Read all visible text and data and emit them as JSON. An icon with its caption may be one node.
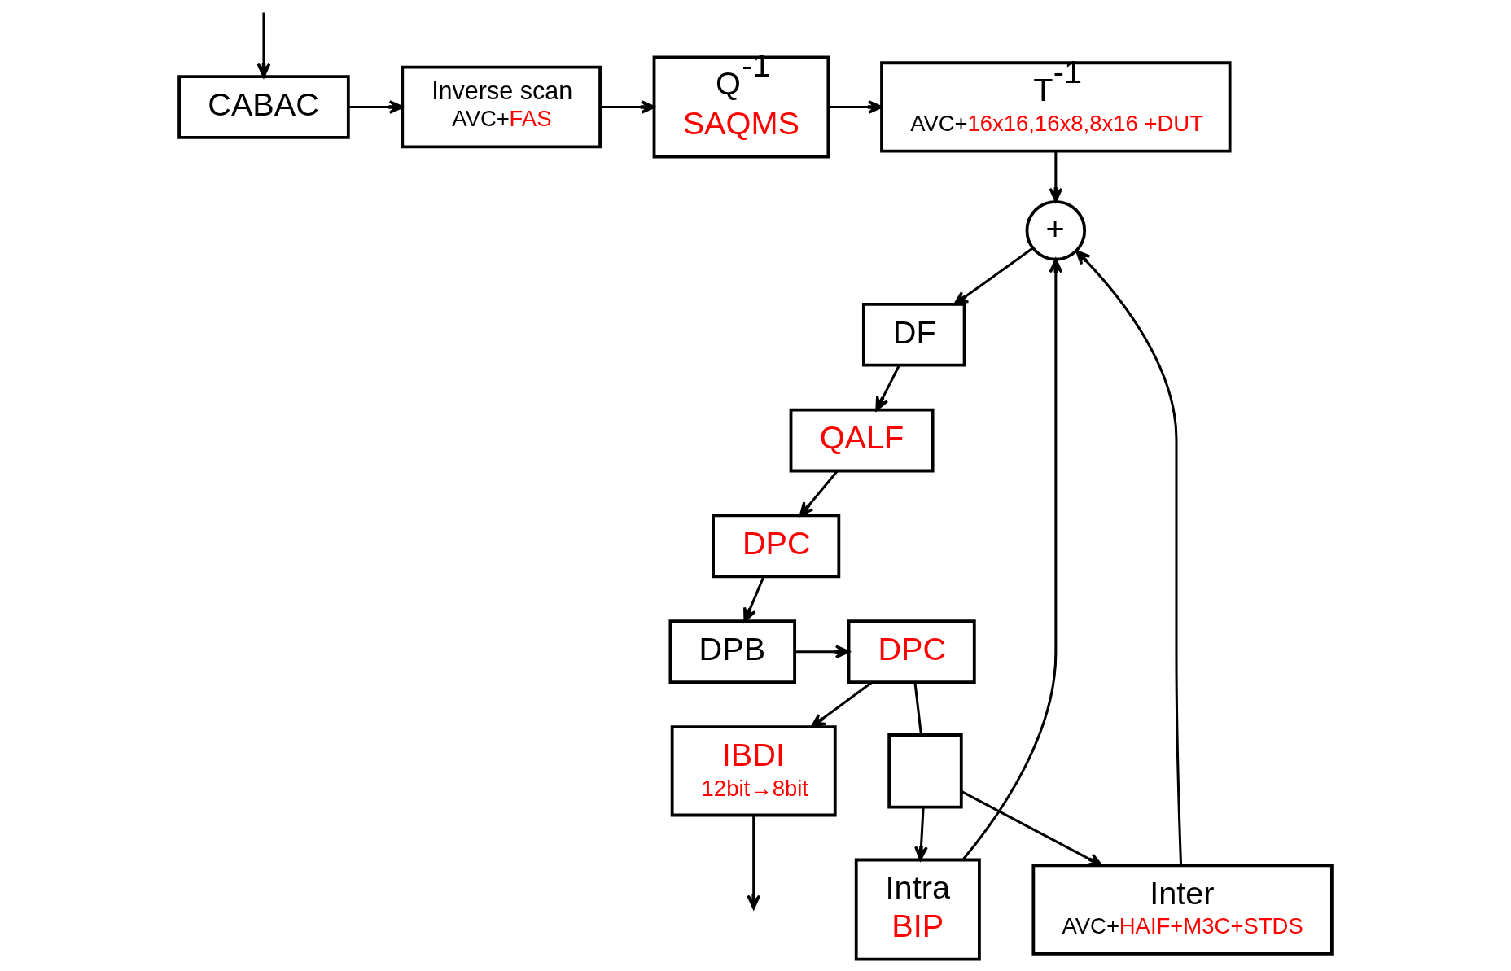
{
  "diagram": {
    "nodes": [
      {
        "text": [
          "CABAC"
        ]
      },
      {
        "text": [
          "Inverse scan",
          "AVC+FAS"
        ]
      },
      {
        "text": [
          "Q$^{-1}$",
          "SAQMS"
        ]
      },
      {
        "text": [
          "T$^{-1}$",
          "AVC+16x16,16x8,8x16 +DUT"
        ]
      },
      {
        "text": [
          "+"
        ]
      },
      {
        "text": [
          "DF"
        ]
      },
      {
        "text": [
          "QALF"
        ]
      },
      {
        "text": [
          "DPC"
        ]
      },
      {
        "text": [
          "DPB"
        ]
      },
      {
        "text": [
          "DPC"
        ]
      },
      {
        "text": [],
        "shape": "box"
      },
      {
        "text": [
          "Intra",
          "BIP"
        ]
      },
      {
        "text": [
          "Inter",
          "AVC+HAIF+M3C+STDS"
        ]
      },
      {
        "text": [
          "IBDI",
          "12bit→8bit"
        ]
      }
    ],
    "edges": [
      {
        "from": null,
        "to": 0,
        "arrow": "to"
      },
      {
        "from": 0,
        "to": 1,
        "arrow": "to"
      },
      {
        "from": 1,
        "to": 2,
        "arrow": "to"
      },
      {
        "from": 2,
        "to": 3,
        "arrow": "to"
      },
      {
        "from": 3,
        "to": 4,
        "arrow": "to"
      },
      {
        "from": 4,
        "to": 5,
        "arrow": "to"
      },
      {
        "from": 5,
        "to": 6,
        "arrow": "to"
      },
      {
        "from": 6,
        "to": 7,
        "arrow": "to"
      },
      {
        "from": 7,
        "to": 8,
        "arrow": "to"
      },
      {
        "from": 8,
        "to": 9,
        "arrow": "to"
      },
      {
        "from": 9,
        "to": 10,
        "arrow": "none"
      },
      {
        "from": 10,
        "to": 11,
        "arrow": "to"
      },
      {
        "from": 10,
        "to": 12,
        "arrow": "to"
      },
      {
        "from": 11,
        "to": 4,
        "arrow": "to"
      },
      {
        "from": 12,
        "to": 4,
        "arrow": "to"
      },
      {
        "from": 9,
        "to": 13,
        "arrow": "to"
      },
      {
        "from": 13,
        "to": null,
        "arrow": "to"
      }
    ]
  }
}
